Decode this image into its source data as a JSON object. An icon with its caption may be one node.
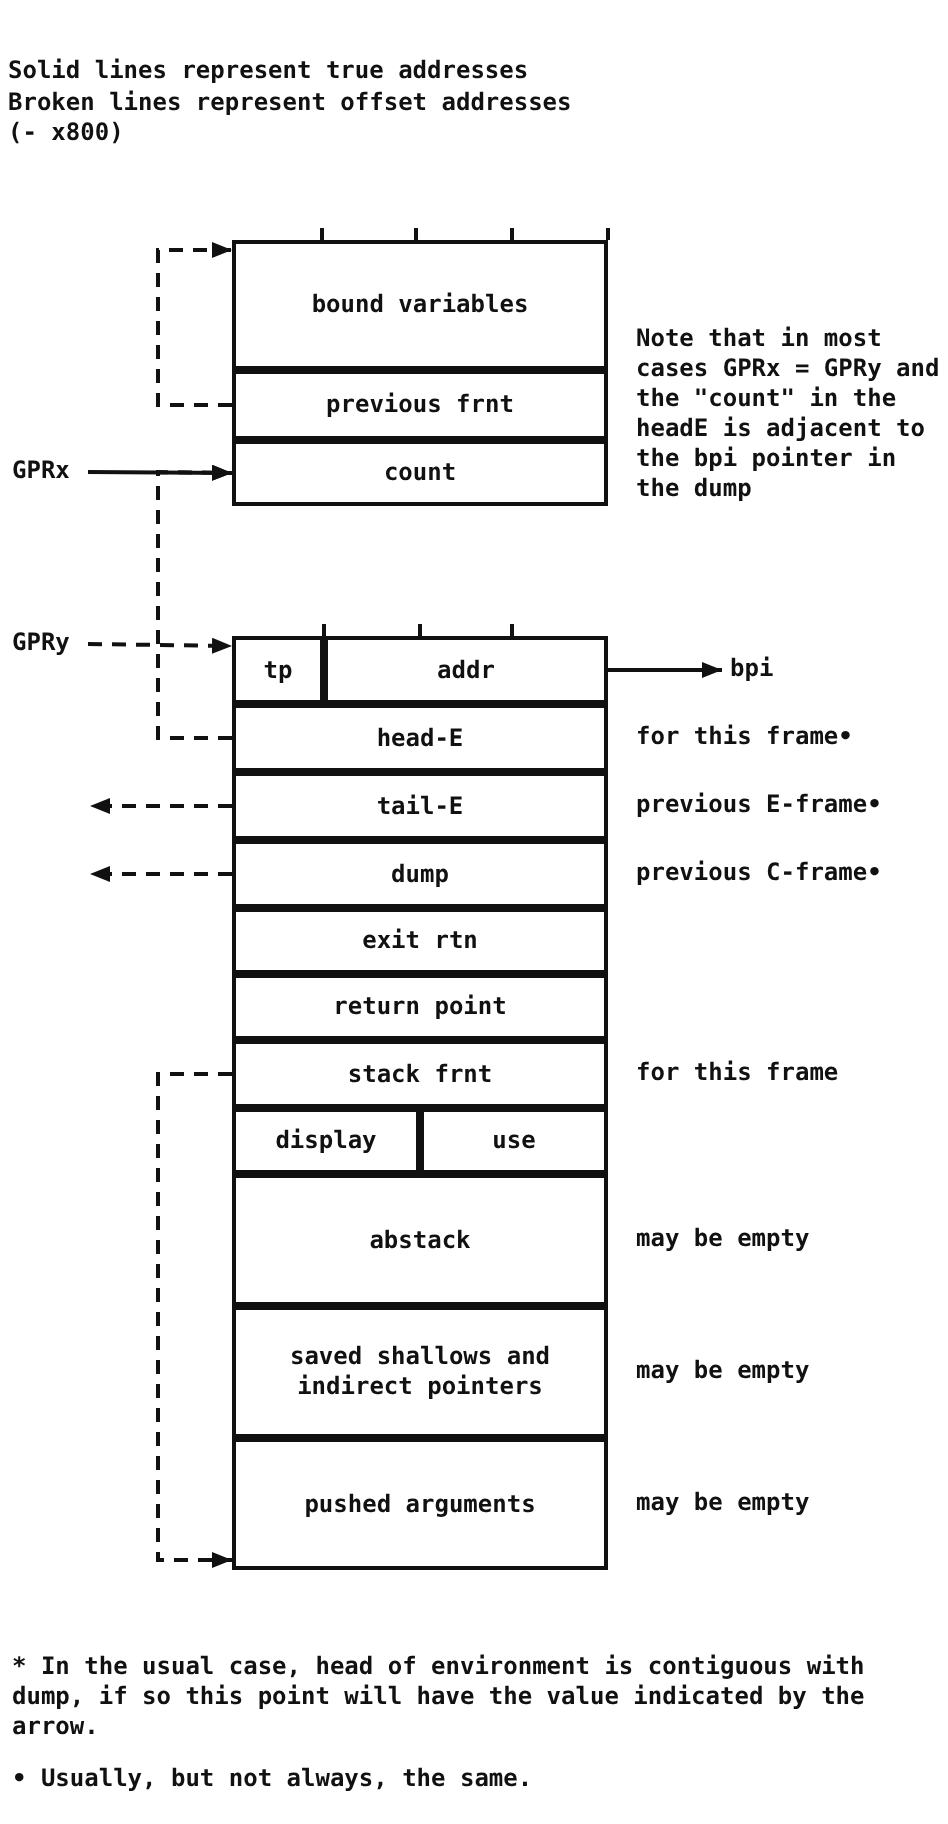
{
  "diagram": {
    "nodes": [
      {
        "text": [
          "bound variables"
        ]
      },
      {
        "text": [
          "previous frnt"
        ]
      },
      {
        "text": [
          "count"
        ]
      },
      {
        "text": [
          "GPRx"
        ]
      },
      {
        "text": [
          "GPRy"
        ]
      },
      {
        "text": [
          "tp"
        ]
      },
      {
        "text": [
          "addr"
        ]
      },
      {
        "text": [
          "bpi"
        ]
      },
      {
        "text": [
          "head-E"
        ],
        "beside": [
          "for this frame•"
        ]
      },
      {
        "text": [
          "tail-E"
        ],
        "beside": [
          "previous E-frame•"
        ]
      },
      {
        "text": [
          "dump"
        ],
        "beside": [
          "previous C-frame•"
        ]
      },
      {
        "text": [
          "exit rtn"
        ]
      },
      {
        "text": [
          "return point"
        ]
      },
      {
        "text": [
          "stack frnt"
        ],
        "beside": [
          "for this frame"
        ]
      },
      {
        "text": [
          "display"
        ]
      },
      {
        "text": [
          "use"
        ]
      },
      {
        "text": [
          "abstack"
        ],
        "beside": [
          "may be empty"
        ]
      },
      {
        "text": [
          "saved shallows and indirect pointers"
        ],
        "beside": [
          "may be empty"
        ]
      },
      {
        "text": [
          "pushed arguments"
        ],
        "beside": [
          "may be empty"
        ]
      }
    ],
    "edges": [
      {
        "from": 1,
        "to": 0,
        "arrow": "to",
        "style": "dashed"
      },
      {
        "from": 3,
        "to": 2,
        "arrow": "to"
      },
      {
        "from": 4,
        "to": 5,
        "arrow": "to",
        "style": "dashed"
      },
      {
        "from": 6,
        "to": 7,
        "arrow": "to"
      },
      {
        "from": 8,
        "to": 2,
        "arrow": "to",
        "style": "dashed"
      },
      {
        "from": 9,
        "to": null,
        "arrow": "to",
        "style": "dashed"
      },
      {
        "from": 10,
        "to": null,
        "arrow": "to",
        "style": "dashed"
      },
      {
        "from": 13,
        "to": 18,
        "arrow": "to",
        "style": "dashed"
      }
    ],
    "labels": [
      "Solid lines represent true addresses",
      "Broken lines represent offset addresses (- x800)",
      "Note that in most cases GPRx = GPRy and the \"count\" in the headE is adjacent to the bpi pointer in the dump",
      "* In the usual case, head of environment is contiguous with dump, if so this point will have the value indicated by the arrow.",
      "• Usually, but not always, the same."
    ]
  }
}
